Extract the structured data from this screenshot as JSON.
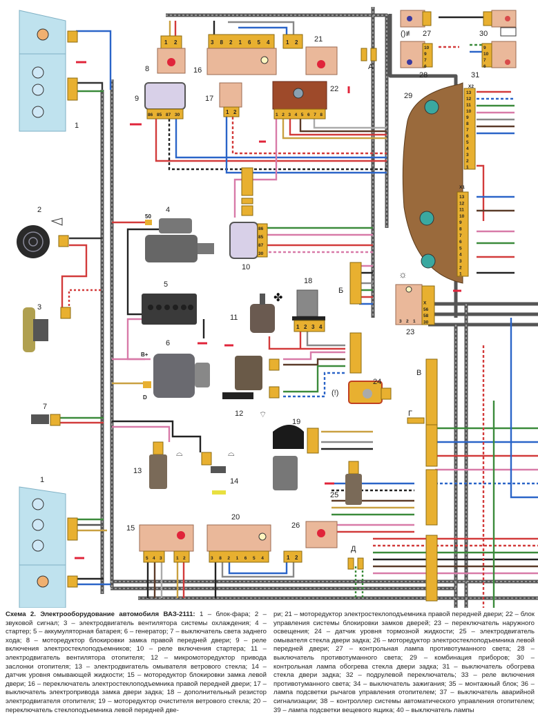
{
  "figure": {
    "title": "Схема 2. Электрооборудование автомобиля ВАЗ-2111:",
    "caption_col1": "1 – блок-фара; 2 – звуковой сигнал; 3 – электродвигатель вентилятора системы охлаждения; 4 – стартер; 5 – аккумуляторная батарея; 6 – генератор; 7 – выключатель света заднего хода; 8 – моторедуктор блокировки замка правой передней двери; 9 – реле включения электростеклоподъемников; 10 – реле включения стартера; 11 – электродвигатель вентилятора отопителя; 12 – микромоторедуктор привода заслонки отопителя; 13 – электродвигатель омывателя ветрового стекла; 14 – датчик уровня омывающей жидкости; 15 – моторедуктор блокировки замка левой двери; 16 – переключатель электростеклоподъемника правой передней двери; 17 – выключатель электропривода замка двери задка; 18 – дополнительный резистор электродвигателя отопителя; 19 – моторедуктор очистителя ветрового стекла; 20 – переключатель стеклоподъемника левой передней две-",
    "caption_col2": "ри; 21 – моторедуктор электростеклоподъемника правой передней двери; 22 – блок управления системы блокировки замков дверей; 23 – переключатель наружного освещения; 24 – датчик уровня тормозной жидкости; 25 – электродвигатель омывателя стекла двери задка; 26 – моторедуктор электростеклоподъемника левой передней двери; 27 – контрольная лампа противотуманного света; 28 – выключатель противотуманного света; 29 – комбинация приборов; 30 – контрольная лампа обогрева стекла двери задка; 31 – выключатель обогрева стекла двери задка; 32 – подрулевой переключатель; 33 – реле включения противотуманного света; 34 – выключатель зажигания; 35 – монтажный блок; 36 – лампа подсветки рычагов управления отопителем; 37 – выключатель аварийной сигнализации; 38 – контроллер системы автоматического управления отопителем; 39 – лампа подсветки вещевого ящика; 40 – выключатель лампы"
  },
  "components": {
    "c1_top": "1",
    "c1_bottom": "1",
    "c2": "2",
    "c3": "3",
    "c4": "4",
    "c5": "5",
    "c6": "6",
    "c7": "7",
    "c8": "8",
    "c9": "9",
    "c10": "10",
    "c11": "11",
    "c12": "12",
    "c13": "13",
    "c14": "14",
    "c15": "15",
    "c16": "16",
    "c17": "17",
    "c18": "18",
    "c19": "19",
    "c20": "20",
    "c21": "21",
    "c22": "22",
    "c23": "23",
    "c24": "24",
    "c25": "25",
    "c26": "26",
    "c27": "27",
    "c28": "28",
    "c29": "29",
    "c30": "30",
    "c31": "31"
  },
  "connectors": {
    "A": "А",
    "B_cyr": "Б",
    "V": "В",
    "G": "Г",
    "D_cyr": "Д",
    "starter_terminal": "50",
    "gen_bplus": "B+",
    "gen_d": "D",
    "x1": "X1",
    "x2": "X2"
  },
  "pins": {
    "c8": [
      "1",
      "2"
    ],
    "c16": [
      "3",
      "8",
      "2",
      "1",
      "6",
      "5",
      "4"
    ],
    "c21": [
      "1",
      "2"
    ],
    "c9": [
      "86",
      "85",
      "87",
      "30"
    ],
    "c17": [
      "1",
      "2"
    ],
    "c22": [
      "1",
      "2",
      "3",
      "4",
      "5",
      "6",
      "7",
      "8"
    ],
    "c10": [
      "86",
      "85",
      "87",
      "30"
    ],
    "c18": [
      "1",
      "2",
      "3",
      "4"
    ],
    "c15": [
      "5",
      "4",
      "3",
      "1",
      "2"
    ],
    "c20": [
      "3",
      "8",
      "2",
      "1",
      "6",
      "5",
      "4"
    ],
    "c26": [
      "1",
      "2"
    ],
    "c28": [
      "10",
      "9",
      "7",
      "6"
    ],
    "c31": [
      "9",
      "10",
      "7",
      "6"
    ],
    "c23": [
      "",
      "",
      "X",
      "56",
      "58",
      "30"
    ],
    "c23_switch": [
      "3",
      "2",
      "1"
    ],
    "c29_x2": [
      "13",
      "12",
      "11",
      "10",
      "9",
      "8",
      "7",
      "6",
      "5",
      "4",
      "3",
      "2",
      "1"
    ],
    "c29_x1": [
      "13",
      "12",
      "11",
      "10",
      "9",
      "8",
      "7",
      "6",
      "5",
      "4",
      "3",
      "2",
      "1"
    ]
  },
  "colors": {
    "harness": "#555555",
    "connector": "#e8b030",
    "module": "#eab89a",
    "headlamp": "#bfe2ee",
    "cluster": "#9a6a3c",
    "lock_unit": "#9e4a2a",
    "ground": "#e0243a"
  }
}
